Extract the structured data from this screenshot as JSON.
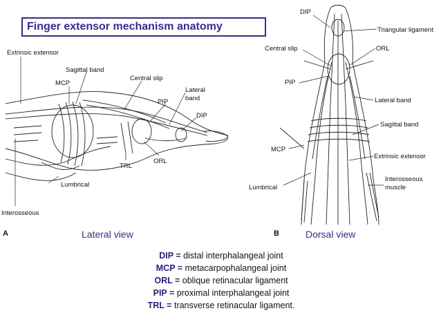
{
  "title": "Finger extensor mechanism anatomy",
  "lateral": {
    "panel_letter": "A",
    "caption": "Lateral view",
    "labels": {
      "extrinsic_extensor": "Extrinsic extensor",
      "sagittal_band": "Sagittal band",
      "mcp": "MCP",
      "central_slip": "Central slip",
      "lateral_band_1": "Lateral",
      "lateral_band_2": "band",
      "pip": "PIP",
      "dip": "DIP",
      "trl": "TRL",
      "orl": "ORL",
      "lumbrical": "Lumbrical",
      "interosseous": "Interosseous"
    }
  },
  "dorsal": {
    "panel_letter": "B",
    "caption": "Dorsal view",
    "labels": {
      "dip": "DIP",
      "triangular_ligament": "Triangular ligament",
      "central_slip": "Central slip",
      "orl": "ORL",
      "pip": "PIP",
      "lateral_band": "Lateral band",
      "sagittal_band": "Sagittal band",
      "mcp": "MCP",
      "extrinsic_extensor": "Extrinsic extensor",
      "lumbrical": "Lumbrical",
      "interosseous_1": "Interosseous",
      "interosseous_2": "muscle"
    }
  },
  "legend": [
    {
      "abbr": "DIP =",
      "text": " distal interphalangeal joint"
    },
    {
      "abbr": "MCP =",
      "text": " metacarpophalangeal joint"
    },
    {
      "abbr": "ORL =",
      "text": " oblique retinacular ligament"
    },
    {
      "abbr": "PIP =",
      "text": " proximal interphalangeal joint"
    },
    {
      "abbr": "TRL =",
      "text": " transverse retinacular ligament."
    }
  ],
  "colors": {
    "accent": "#3b2a8a",
    "ink": "#111111"
  }
}
